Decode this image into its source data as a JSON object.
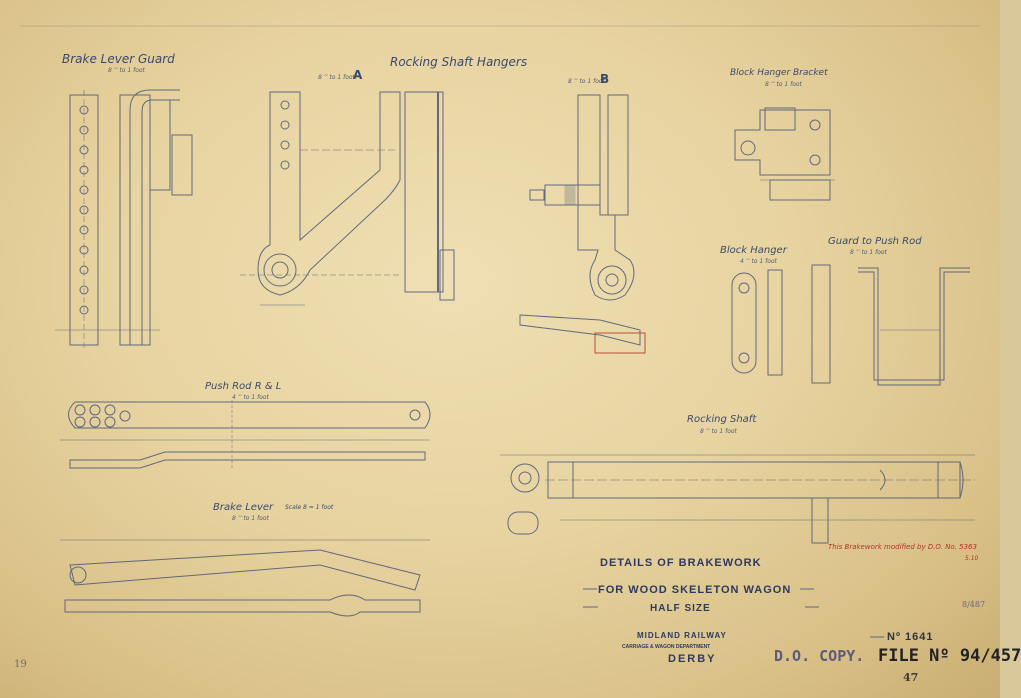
{
  "drawing": {
    "details": {
      "brake_lever_guard": {
        "title": "Brake Lever Guard",
        "scale": "8 ‘’ to 1 foot"
      },
      "rocking_shaft_hangers": {
        "title": "Rocking Shaft Hangers",
        "scale_a": "8 ‘’ to 1 foot",
        "label_a": "A",
        "scale_b": "8 ‘’ to 1 foot",
        "label_b": "B"
      },
      "block_hanger_bracket": {
        "title": "Block Hanger Bracket",
        "scale": "8 ‘’ to 1 foot"
      },
      "block_hanger": {
        "title": "Block Hanger",
        "scale": "4 ‘’ to 1 foot"
      },
      "guard_to_push_rod": {
        "title": "Guard to Push Rod",
        "scale": "8 ‘’ to 1 foot"
      },
      "push_rod": {
        "title": "Push Rod R & L",
        "scale": "4 ‘’ to 1 foot"
      },
      "rocking_shaft": {
        "title": "Rocking Shaft",
        "scale": "8 ‘’ to 1 foot"
      },
      "brake_lever": {
        "title": "Brake Lever",
        "scale_note": "Scale 8 = 1 foot",
        "sub": "8 ‘’ to 1 foot"
      }
    },
    "title_block": {
      "line1": "DETAILS OF BRAKEWORK",
      "line2": "FOR WOOD SKELETON WAGON",
      "line3": "HALF SIZE",
      "railway": "MIDLAND RAILWAY",
      "department": "CARRIAGE & WAGON DEPARTMENT",
      "city": "DERBY"
    },
    "red_note": "This Brakework modified by D.O. No. 5363",
    "red_note_tail": "5.10",
    "stamp_copy": "D.O. COPY.",
    "drawing_number": "Nº 1641",
    "file_number": "FILE Nº 94/457",
    "sheet_number": "47",
    "margin_mark_left": "19",
    "margin_mark_right": "8/487"
  }
}
